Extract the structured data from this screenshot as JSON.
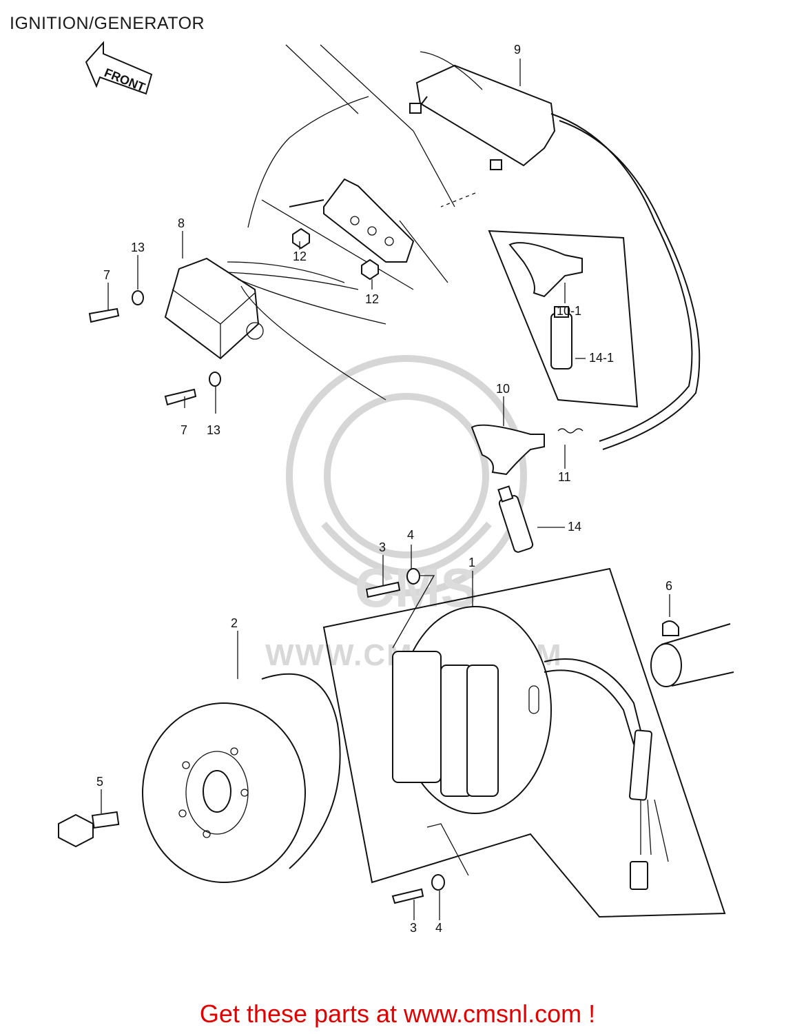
{
  "title": "IGNITION/GENERATOR",
  "front_arrow": {
    "label": "FRONT"
  },
  "watermark": {
    "text": "WWW.CMSNL.COM",
    "logo_text": "CMS"
  },
  "callouts": [
    {
      "id": "c9",
      "text": "9"
    },
    {
      "id": "c8",
      "text": "8"
    },
    {
      "id": "c13a",
      "text": "13"
    },
    {
      "id": "c7a",
      "text": "7"
    },
    {
      "id": "c12a",
      "text": "12"
    },
    {
      "id": "c12b",
      "text": "12"
    },
    {
      "id": "c10-1",
      "text": "10-1"
    },
    {
      "id": "c14-1",
      "text": "14-1"
    },
    {
      "id": "c7b",
      "text": "7"
    },
    {
      "id": "c13b",
      "text": "13"
    },
    {
      "id": "c10",
      "text": "10"
    },
    {
      "id": "c11",
      "text": "11"
    },
    {
      "id": "c14",
      "text": "14"
    },
    {
      "id": "c3a",
      "text": "3"
    },
    {
      "id": "c4a",
      "text": "4"
    },
    {
      "id": "c1",
      "text": "1"
    },
    {
      "id": "c6",
      "text": "6"
    },
    {
      "id": "c2",
      "text": "2"
    },
    {
      "id": "c5",
      "text": "5"
    },
    {
      "id": "c3b",
      "text": "3"
    },
    {
      "id": "c4b",
      "text": "4"
    }
  ],
  "footer": {
    "text": "Get these parts at www.cmsnl.com !",
    "color": "#e00000"
  },
  "colors": {
    "line": "#111111",
    "watermark": "#d6d6d6",
    "background": "#ffffff"
  }
}
